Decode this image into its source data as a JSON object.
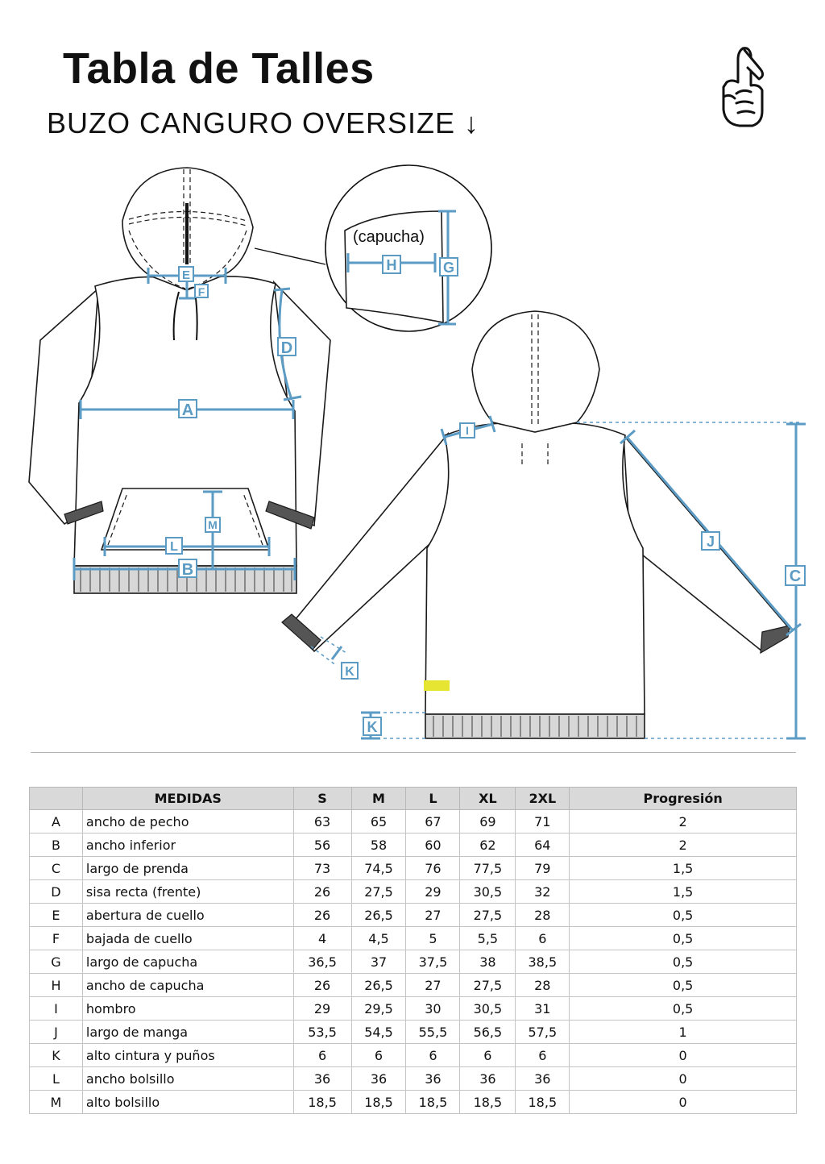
{
  "header": {
    "title": "Tabla de Talles",
    "subtitle": "BUZO CANGURO OVERSIZE  ↓",
    "icon": "crossed-fingers-hand-icon"
  },
  "diagram": {
    "hood_callout": "(capucha)",
    "labels": {
      "A": "A",
      "B": "B",
      "C": "C",
      "D": "D",
      "E": "E",
      "F": "F",
      "G": "G",
      "H": "H",
      "I": "I",
      "J": "J",
      "K": "K",
      "L": "L",
      "M": "M"
    },
    "colors": {
      "measure": "#5b9bc4",
      "highlight": "#e6e632",
      "outline": "#1a1a1a",
      "ribbing": "#555555"
    }
  },
  "table": {
    "headers": [
      "",
      "MEDIDAS",
      "S",
      "M",
      "L",
      "XL",
      "2XL",
      "Progresión"
    ],
    "rows": [
      {
        "code": "A",
        "name": "ancho de pecho",
        "values": [
          "63",
          "65",
          "67",
          "69",
          "71"
        ],
        "prog": "2"
      },
      {
        "code": "B",
        "name": "ancho inferior",
        "values": [
          "56",
          "58",
          "60",
          "62",
          "64"
        ],
        "prog": "2"
      },
      {
        "code": "C",
        "name": "largo de prenda",
        "values": [
          "73",
          "74,5",
          "76",
          "77,5",
          "79"
        ],
        "prog": "1,5"
      },
      {
        "code": "D",
        "name": "sisa recta (frente)",
        "values": [
          "26",
          "27,5",
          "29",
          "30,5",
          "32"
        ],
        "prog": "1,5"
      },
      {
        "code": "E",
        "name": "abertura de cuello",
        "values": [
          "26",
          "26,5",
          "27",
          "27,5",
          "28"
        ],
        "prog": "0,5"
      },
      {
        "code": "F",
        "name": "bajada de cuello",
        "values": [
          "4",
          "4,5",
          "5",
          "5,5",
          "6"
        ],
        "prog": "0,5"
      },
      {
        "code": "G",
        "name": "largo de capucha",
        "values": [
          "36,5",
          "37",
          "37,5",
          "38",
          "38,5"
        ],
        "prog": "0,5"
      },
      {
        "code": "H",
        "name": "ancho de capucha",
        "values": [
          "26",
          "26,5",
          "27",
          "27,5",
          "28"
        ],
        "prog": "0,5"
      },
      {
        "code": "I",
        "name": "hombro",
        "values": [
          "29",
          "29,5",
          "30",
          "30,5",
          "31"
        ],
        "prog": "0,5"
      },
      {
        "code": "J",
        "name": "largo de manga",
        "values": [
          "53,5",
          "54,5",
          "55,5",
          "56,5",
          "57,5"
        ],
        "prog": "1"
      },
      {
        "code": "K",
        "name": "alto cintura y puños",
        "values": [
          "6",
          "6",
          "6",
          "6",
          "6"
        ],
        "prog": "0"
      },
      {
        "code": "L",
        "name": "ancho bolsillo",
        "values": [
          "36",
          "36",
          "36",
          "36",
          "36"
        ],
        "prog": "0"
      },
      {
        "code": "M",
        "name": "alto bolsillo",
        "values": [
          "18,5",
          "18,5",
          "18,5",
          "18,5",
          "18,5"
        ],
        "prog": "0"
      }
    ]
  }
}
